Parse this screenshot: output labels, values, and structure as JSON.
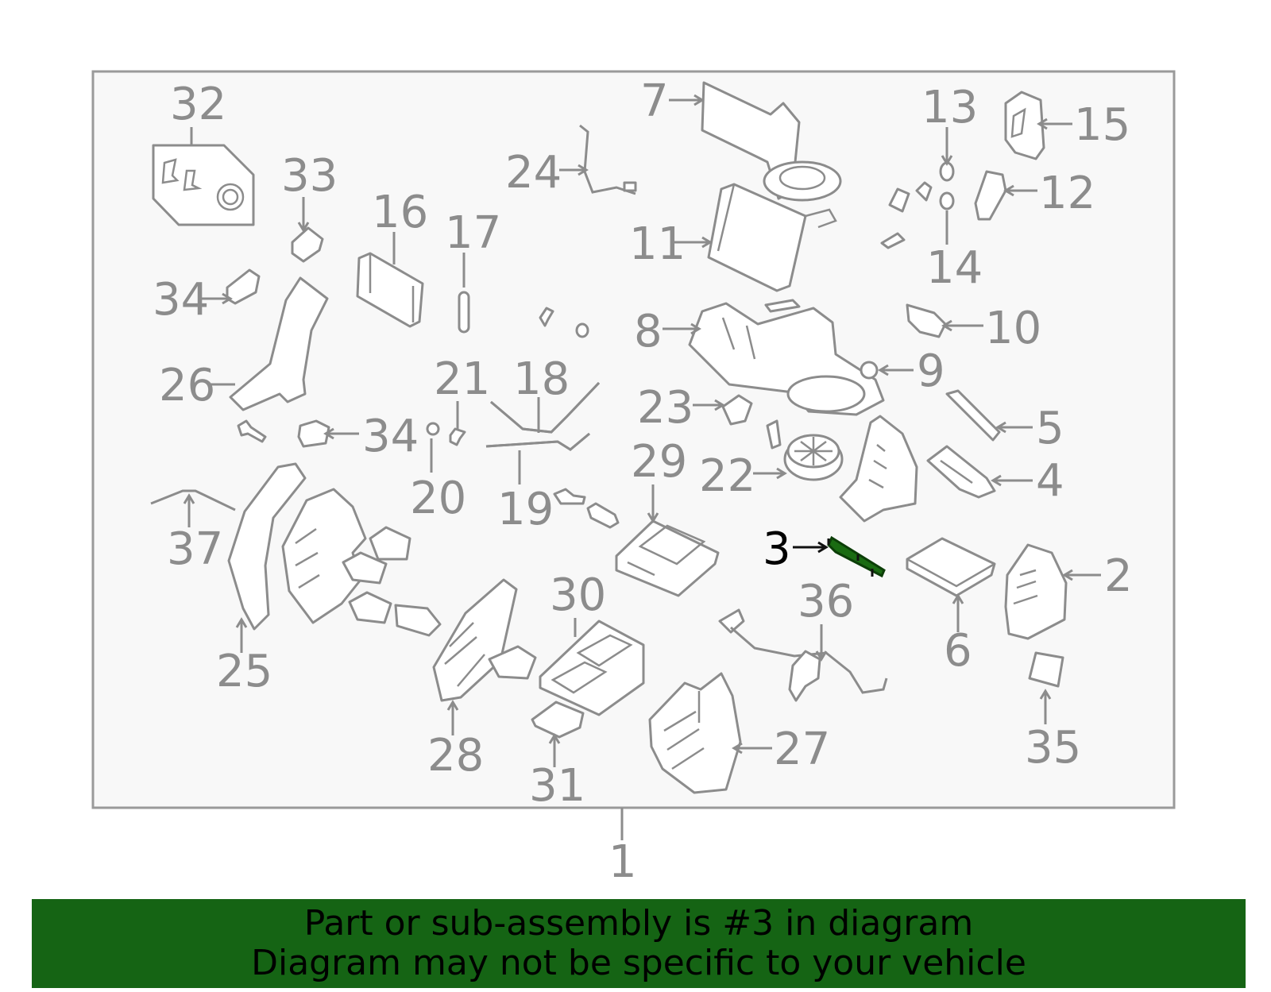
{
  "callouts": {
    "c1": "1",
    "c2": "2",
    "c3": "3",
    "c4": "4",
    "c5": "5",
    "c6": "6",
    "c7": "7",
    "c8": "8",
    "c9": "9",
    "c10": "10",
    "c11": "11",
    "c12": "12",
    "c13": "13",
    "c14": "14",
    "c15": "15",
    "c16": "16",
    "c17": "17",
    "c18": "18",
    "c19": "19",
    "c20": "20",
    "c21": "21",
    "c22": "22",
    "c23": "23",
    "c24": "24",
    "c25": "25",
    "c26": "26",
    "c27": "27",
    "c28": "28",
    "c29": "29",
    "c30": "30",
    "c31": "31",
    "c32": "32",
    "c33": "33",
    "c34a": "34",
    "c34b": "34",
    "c35": "35",
    "c36": "36",
    "c37": "37"
  },
  "highlighted_part": "3",
  "banner": {
    "line1": "Part or sub-assembly is #3 in diagram",
    "line2": "Diagram may not be specific to your vehicle"
  },
  "colors": {
    "highlight": "#1a6b12",
    "banner": "#156414",
    "linework": "#8c8c8c",
    "frame_fill": "#f8f8f8"
  }
}
